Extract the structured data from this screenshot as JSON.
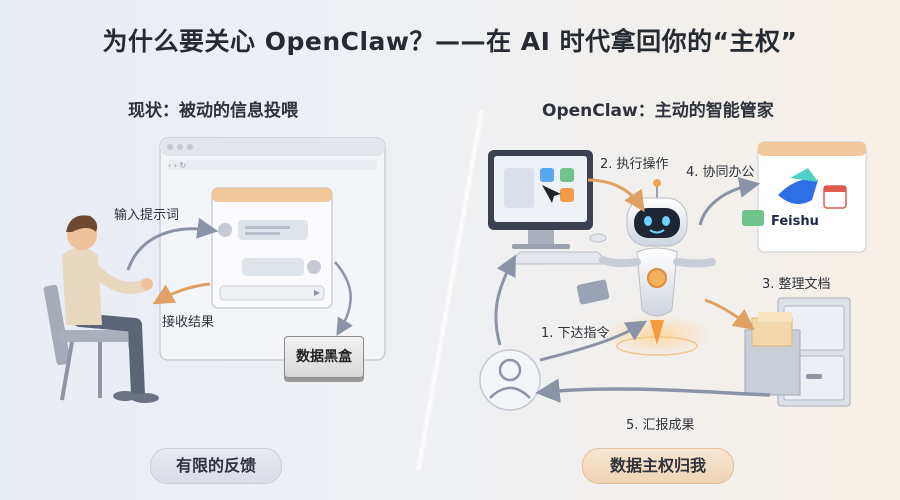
{
  "title": "为什么要关心 OpenClaw？——在 AI 时代拿回你的“主权”",
  "left": {
    "subtitle": "现状：被动的信息投喂",
    "label_input": "输入提示词",
    "label_receive": "接收结果",
    "blackbox": "数据黑盒",
    "footer": "有限的反馈"
  },
  "right": {
    "subtitle": "OpenClaw：主动的智能管家",
    "step1": "1. 下达指令",
    "step2": "2. 执行操作",
    "step3": "3. 整理文档",
    "step4": "4. 协同办公",
    "step5": "5. 汇报成果",
    "feishu_logo_text": "Feishu",
    "footer": "数据主权归我"
  },
  "colors": {
    "arrow": "#8b94a6",
    "accent_orange": "#e8a35c",
    "window_header": "#f1c89a",
    "feishu_blue": "#2f6fe6"
  },
  "icons": [
    "person-sitting-icon",
    "browser-window-icon",
    "chat-window-icon",
    "monitor-icon",
    "keyboard-icon",
    "mouse-icon",
    "robot-icon",
    "feishu-window-icon",
    "file-cabinet-icon",
    "user-avatar-icon"
  ]
}
